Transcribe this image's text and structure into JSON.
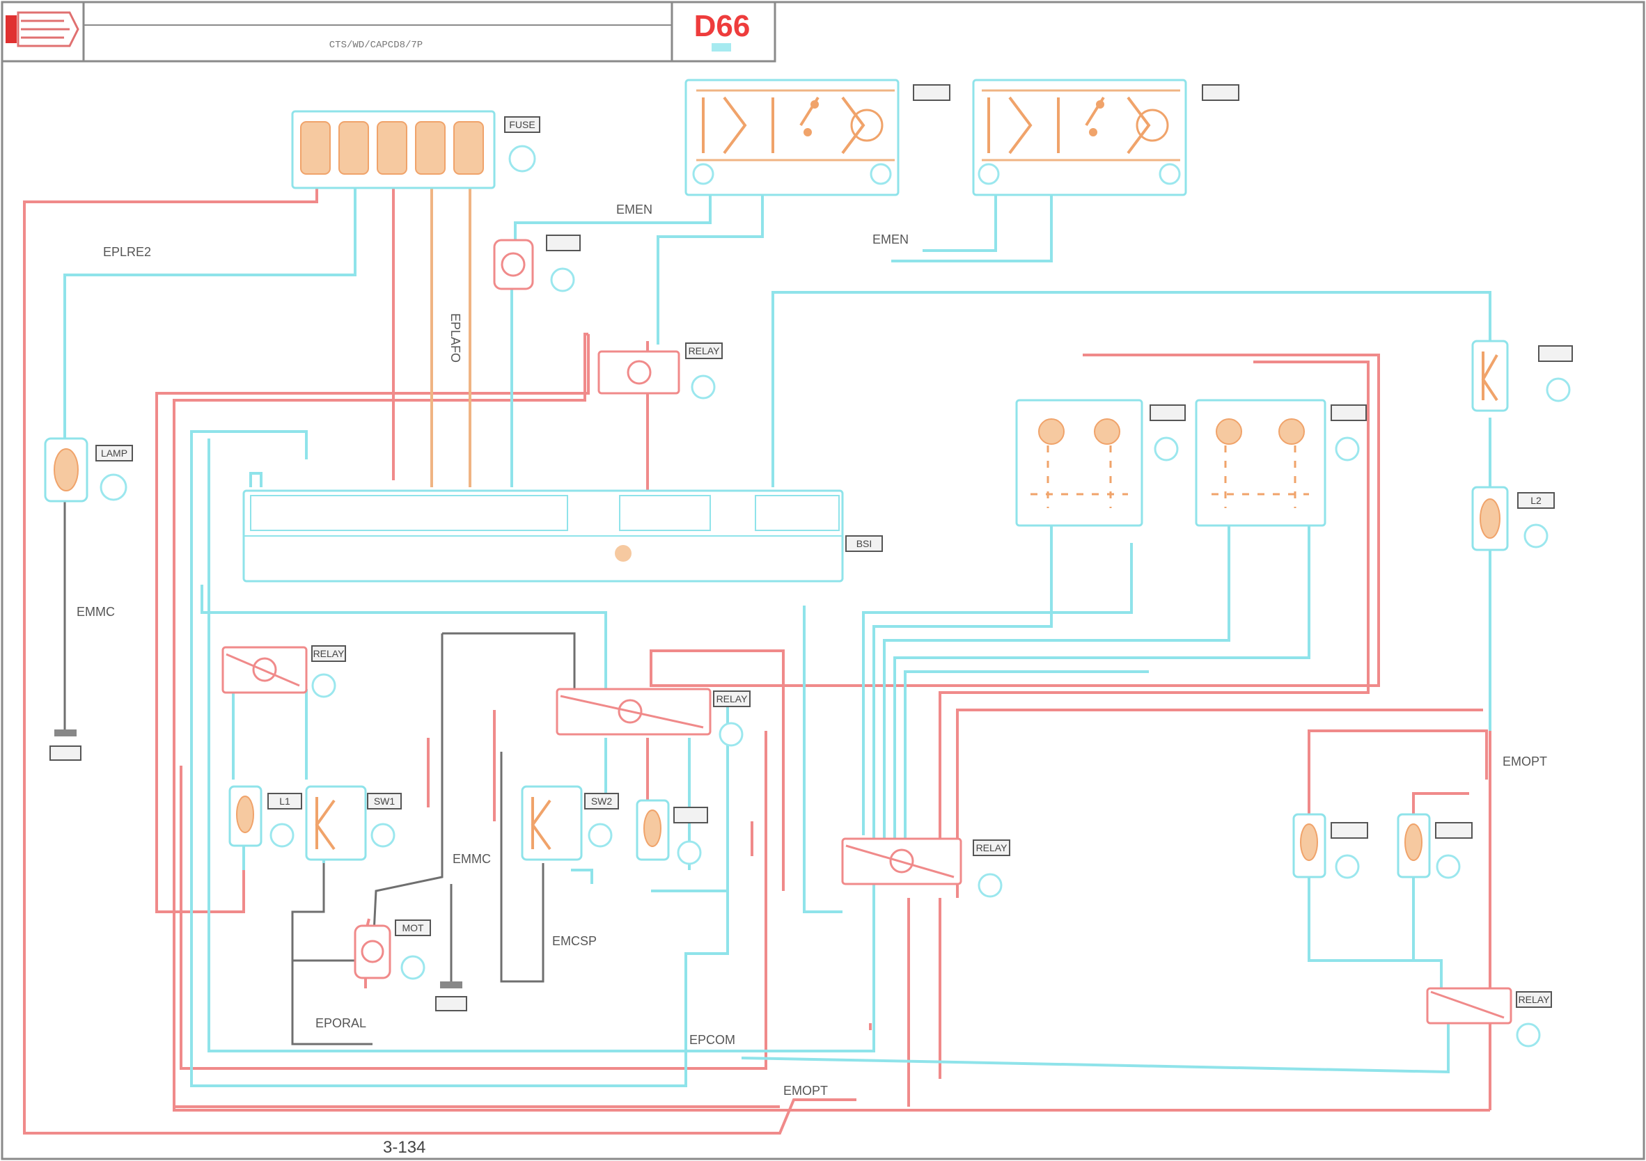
{
  "header": {
    "doc_code": "CTS/WD/CAPCD8/7P",
    "diagram_code": "D66"
  },
  "page_number": "3-134",
  "components": [
    {
      "id": "fuse-box",
      "tag": "FUSE"
    },
    {
      "id": "fuse-box-b",
      "tag": "LAMP"
    },
    {
      "id": "relay-1",
      "tag": "RELAY"
    },
    {
      "id": "main-connector",
      "tag": "BSI"
    },
    {
      "id": "motor-1",
      "tag": "MOT"
    },
    {
      "id": "relay-2",
      "tag": "RELAY"
    },
    {
      "id": "relay-3",
      "tag": "RELAY"
    },
    {
      "id": "relay-4",
      "tag": "RELAY"
    },
    {
      "id": "relay-5",
      "tag": "RELAY"
    },
    {
      "id": "switch-1",
      "tag": "SW1"
    },
    {
      "id": "switch-2",
      "tag": "SW2"
    },
    {
      "id": "lamp-left",
      "tag": "L1"
    },
    {
      "id": "lamp-right",
      "tag": "L2"
    }
  ],
  "wire_labels": {
    "w1": "EPLRE2",
    "w2": "EMMC",
    "w3": "EMEN",
    "w4": "EMEN",
    "w5": "EMCSP",
    "w6": "EMMC",
    "w7": "EPORAL",
    "w8": "EPCOM",
    "w9": "EMOPT",
    "w10": "EMOPT",
    "w11": "EPLAFO"
  },
  "colors": {
    "red": "#f08a8a",
    "cyan": "#8fe3ea",
    "orange": "#f0b483",
    "gray": "#6f6f6f",
    "title_red": "#ee3c3c"
  }
}
